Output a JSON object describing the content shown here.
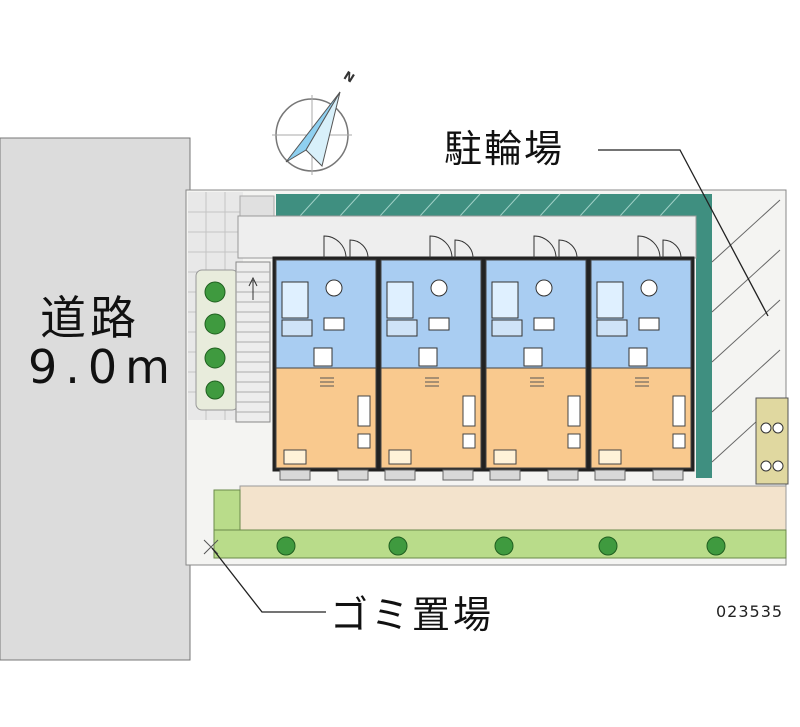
{
  "road": {
    "name": "道路",
    "width": "9.0m"
  },
  "labels": {
    "bicycle_parking": "駐輪場",
    "garbage_area": "ゴミ置場",
    "plan_code": "023535",
    "north": "N"
  },
  "colors": {
    "room_wet_area": "#a9cdf2",
    "room_living": "#f9c98e",
    "bike_parking": "#3f8f80",
    "grass": "#b9dc8a",
    "road": "#dcdcdc",
    "plant": "#3f9a3f"
  },
  "units": [
    {
      "id": "unit-1"
    },
    {
      "id": "unit-2"
    },
    {
      "id": "unit-3"
    },
    {
      "id": "unit-4"
    }
  ]
}
